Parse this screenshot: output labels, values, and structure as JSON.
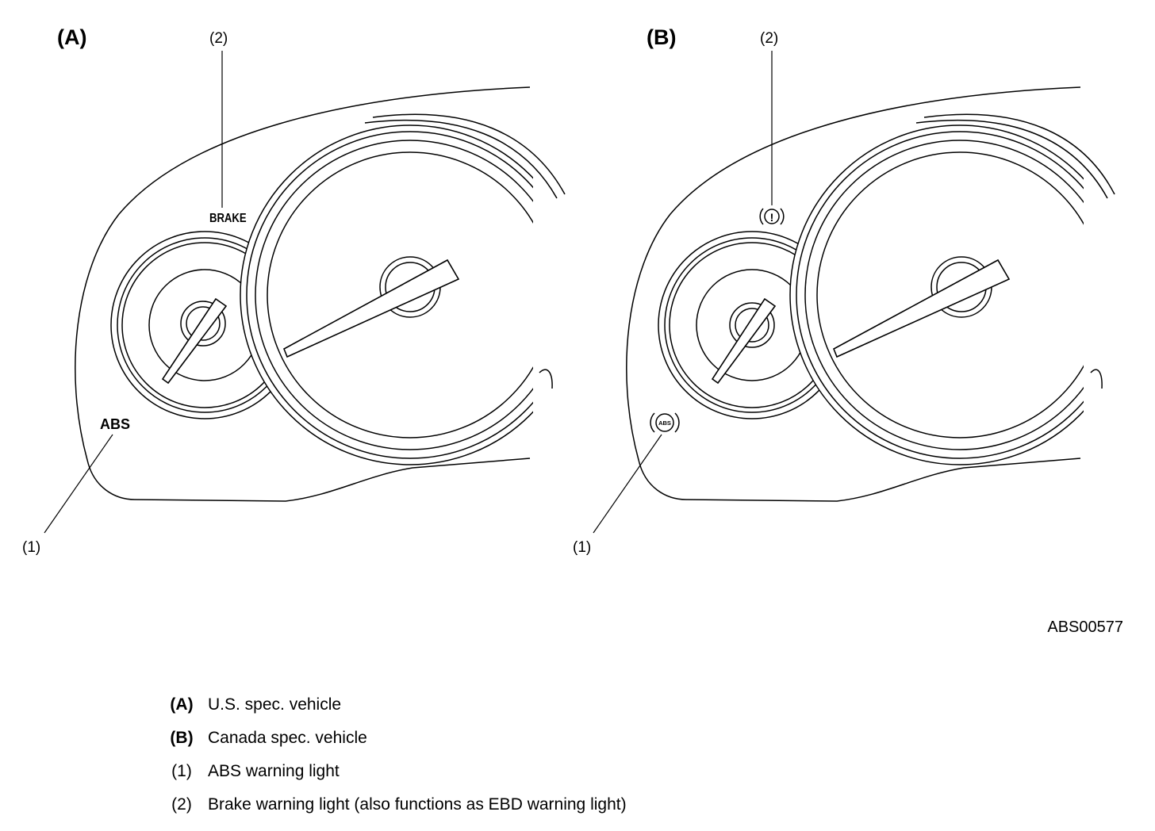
{
  "panels": [
    {
      "title": "(A)",
      "callout_1": "(1)",
      "callout_2": "(2)",
      "abs_label": "ABS",
      "brake_label": "BRAKE"
    },
    {
      "title": "(B)",
      "callout_1": "(1)",
      "callout_2": "(2)",
      "abs_symbol_text": "ABS",
      "brake_symbol_text": "!"
    }
  ],
  "figure_code": "ABS00577",
  "legend": [
    {
      "key": "(A)",
      "text": "U.S. spec. vehicle"
    },
    {
      "key": "(B)",
      "text": "Canada spec. vehicle"
    },
    {
      "key": "(1)",
      "text": "ABS warning light"
    },
    {
      "key": "(2)",
      "text": "Brake warning light (also functions as EBD warning light)"
    }
  ]
}
